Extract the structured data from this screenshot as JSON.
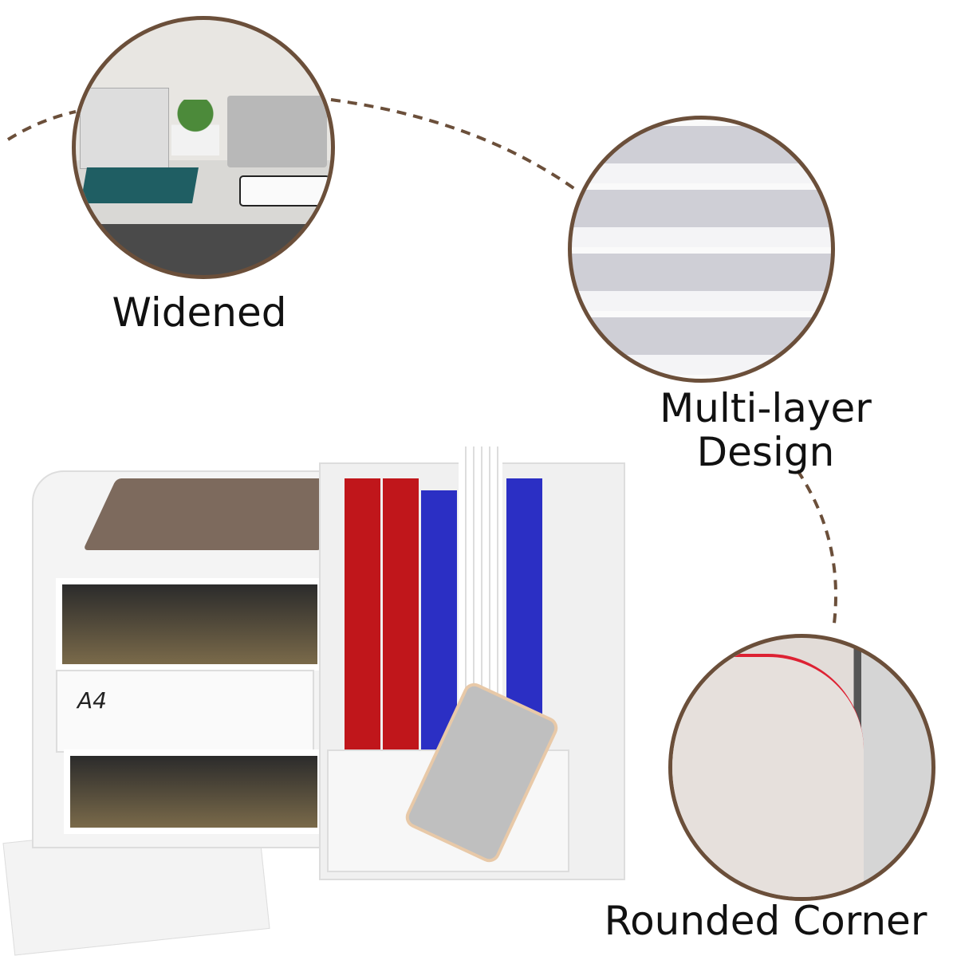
{
  "features": [
    {
      "label": "Widened"
    },
    {
      "label": "Multi-layer Design"
    },
    {
      "label": "Rounded Corner"
    }
  ],
  "product": {
    "tray_label": "A4"
  },
  "colors": {
    "accent_brown": "#6b4f3a",
    "binder_red": "#c0161b",
    "binder_blue": "#2b2fc4"
  }
}
